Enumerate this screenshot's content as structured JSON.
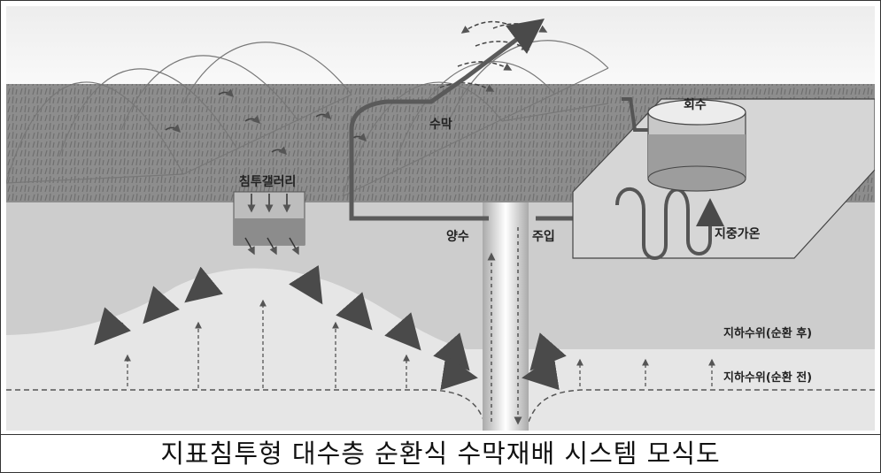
{
  "labels": {
    "water_curtain": "수막",
    "recovery": "회수",
    "infiltration_gallery": "침투갤러리",
    "pumping": "양수",
    "injection": "주입",
    "ground_heating": "지중가온",
    "gw_level_after": "지하수위(순환 후)",
    "gw_level_before": "지하수위(순환 전)"
  },
  "caption": "지표침투형 대수층 순환식 수막재배 시스템 모식도",
  "colors": {
    "sky": "#f2f2f2",
    "field": "#8a8a8a",
    "soil": "#cfcfcf",
    "aquifer": "#e2e2e2",
    "pipe": "#555555",
    "arrow": "#4a4a4a"
  }
}
